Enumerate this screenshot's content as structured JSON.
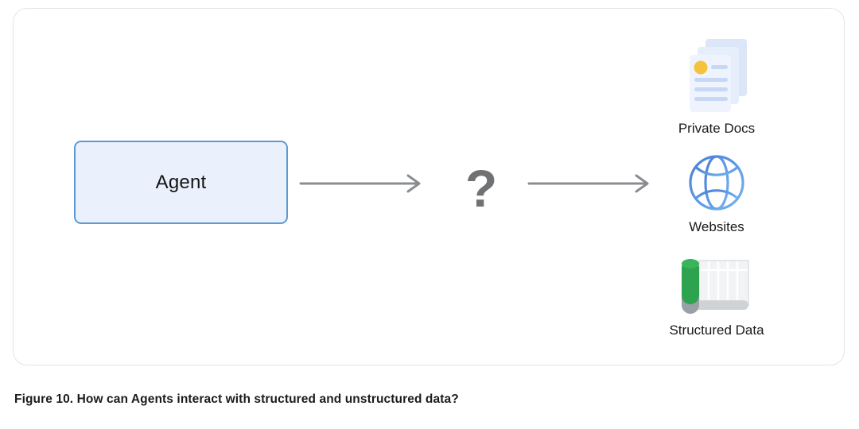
{
  "figure": {
    "caption": "Figure 10. How can Agents interact with structured and unstructured data?",
    "agent": {
      "label": "Agent",
      "fill_color": "#eaf1fc",
      "border_color": "#5b9bd5"
    },
    "question_mark": "?",
    "arrows": {
      "left": "arrow-right-glyph",
      "right": "arrow-right-glyph",
      "color": "#8a8d90"
    },
    "nodes": [
      {
        "label": "Private Docs",
        "icon": "documents-icon",
        "icon_colors": {
          "page": "#eef3fd",
          "page_back": "#dfe8fa",
          "line": "#c6d8f5",
          "accent": "#f5c33b"
        }
      },
      {
        "label": "Websites",
        "icon": "globe-icon",
        "icon_colors": {
          "stroke_start": "#4a7ed4",
          "stroke_end": "#6eb0f0"
        }
      },
      {
        "label": "Structured Data",
        "icon": "spreadsheet-roll-icon",
        "icon_colors": {
          "roll": "#2ea34f",
          "roll_dark": "#9aa0a6",
          "sheet": "#f1f3f4",
          "grid": "#ffffff"
        }
      }
    ],
    "card": {
      "border_color": "#e4e4e6",
      "background": "#ffffff"
    }
  }
}
